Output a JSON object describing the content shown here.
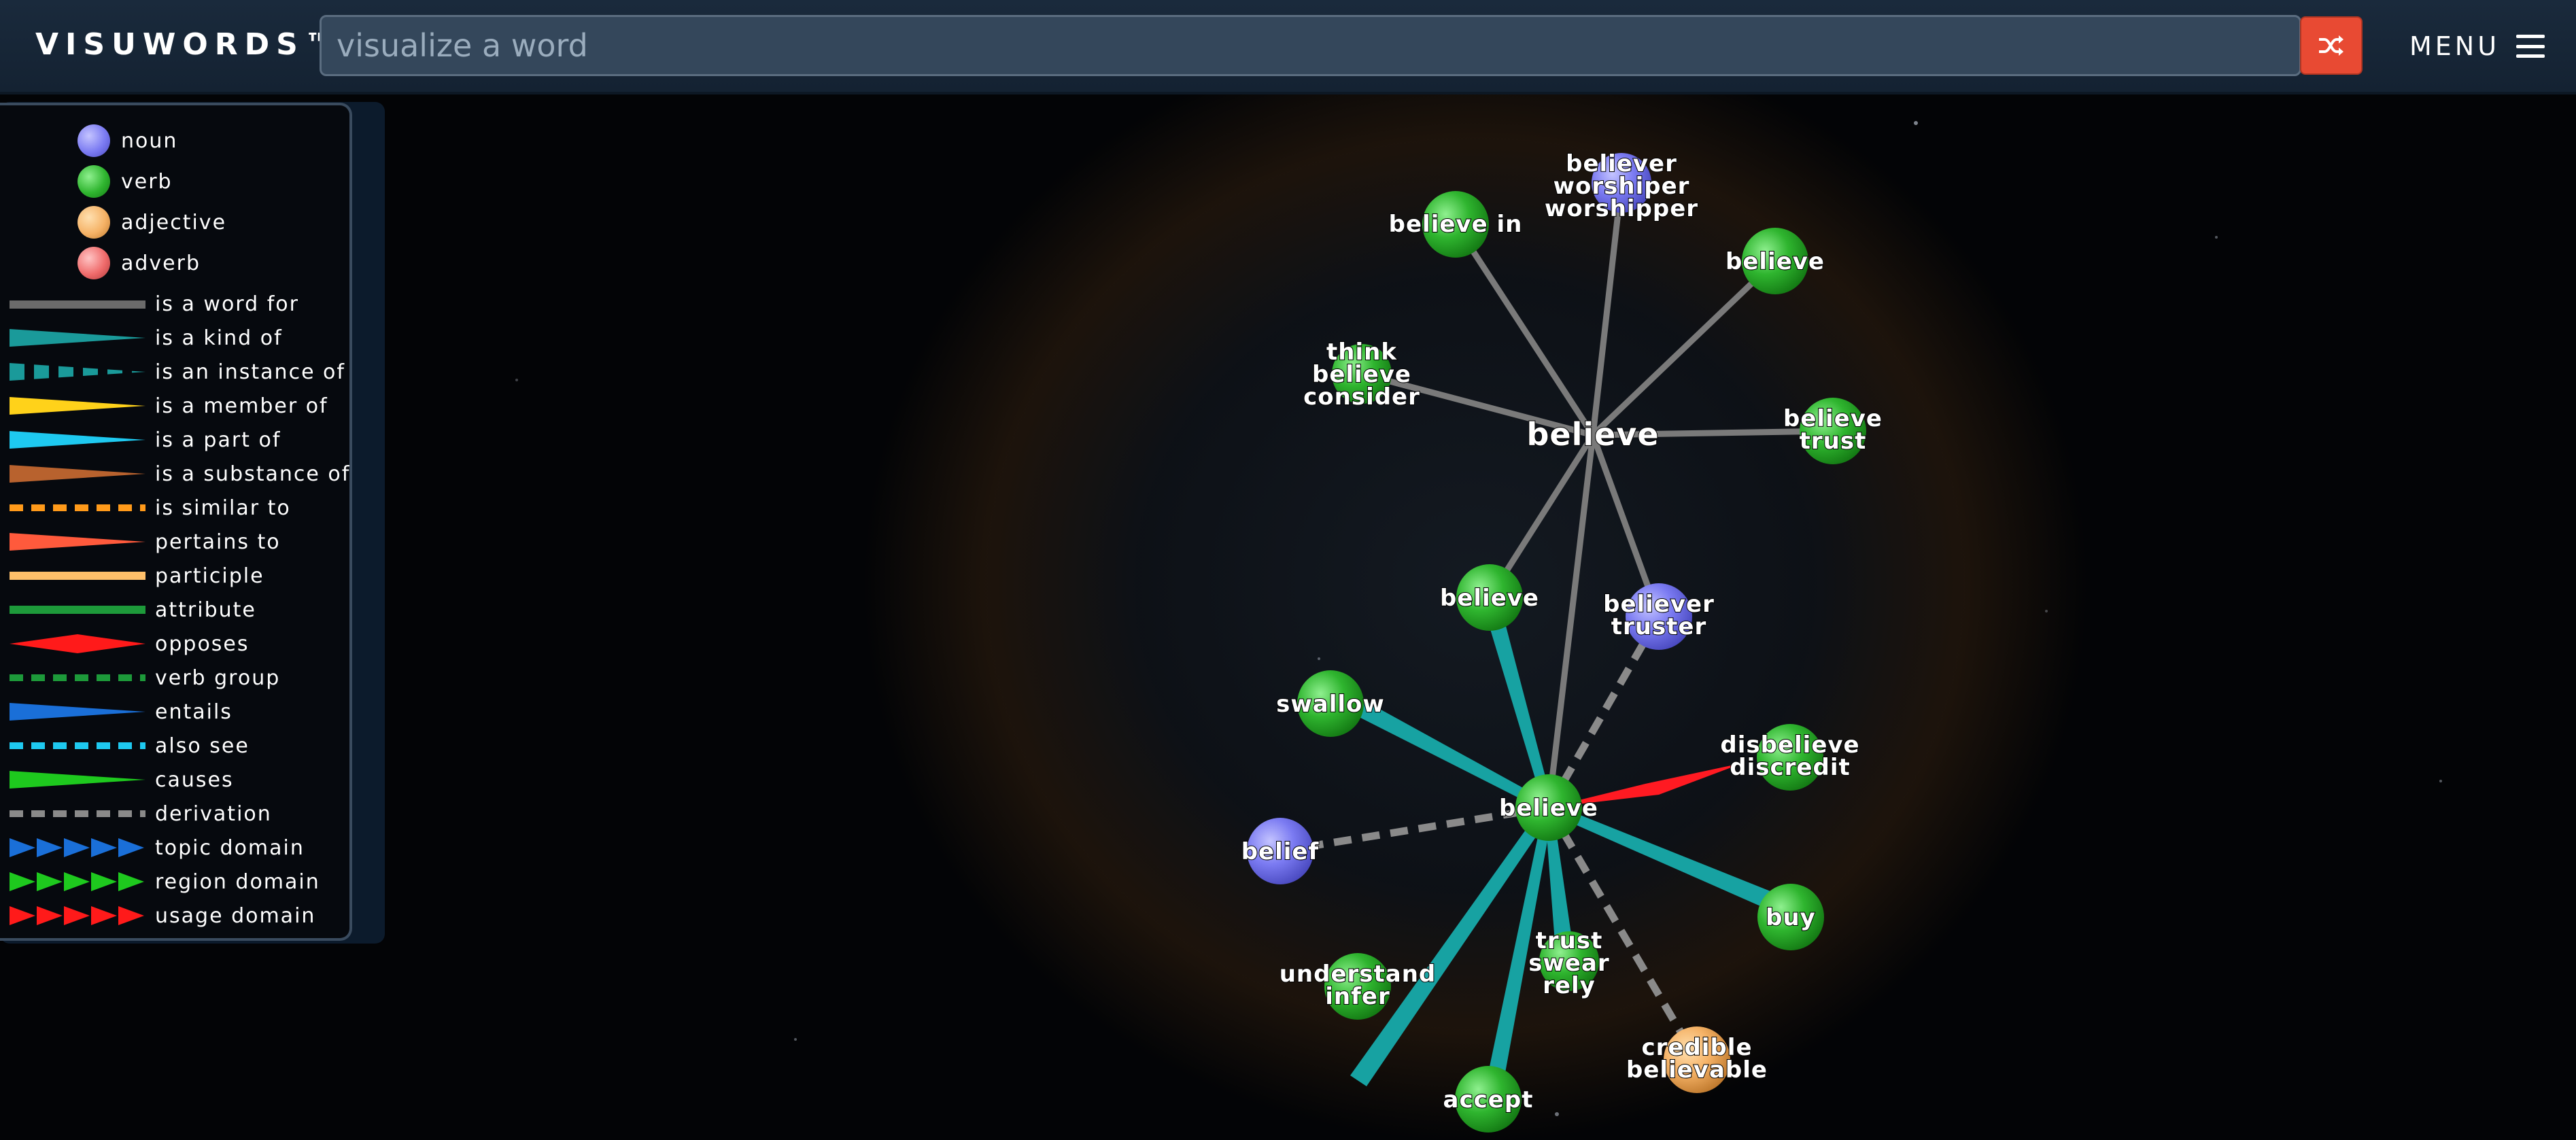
{
  "header": {
    "logo": "VISUWORDS™",
    "search_placeholder": "visualize a word",
    "menu_label": "MENU"
  },
  "legend": {
    "parts_of_speech": [
      {
        "label": "noun",
        "color": "#7b7bf2"
      },
      {
        "label": "verb",
        "color": "#2fb52f"
      },
      {
        "label": "adjective",
        "color": "#f5b266"
      },
      {
        "label": "adverb",
        "color": "#ef6b6b"
      }
    ],
    "relations": [
      {
        "label": "is a word for",
        "color": "#6b6b6b",
        "style": "solid"
      },
      {
        "label": "is a kind of",
        "color": "#1a9a9a",
        "style": "taper"
      },
      {
        "label": "is an instance of",
        "color": "#1a9a9a",
        "style": "taper-dashed"
      },
      {
        "label": "is a member of",
        "color": "#ffd21a",
        "style": "taper"
      },
      {
        "label": "is a part of",
        "color": "#1ec9f0",
        "style": "taper"
      },
      {
        "label": "is a substance of",
        "color": "#b8622e",
        "style": "taper"
      },
      {
        "label": "is similar to",
        "color": "#ff9a1a",
        "style": "dashed"
      },
      {
        "label": "pertains to",
        "color": "#ff5a3c",
        "style": "taper"
      },
      {
        "label": "participle",
        "color": "#ffc06a",
        "style": "solid"
      },
      {
        "label": "attribute",
        "color": "#1d9a3a",
        "style": "solid"
      },
      {
        "label": "opposes",
        "color": "#ff1a1a",
        "style": "diamond"
      },
      {
        "label": "verb group",
        "color": "#1d9a3a",
        "style": "dashed"
      },
      {
        "label": "entails",
        "color": "#1a6fd8",
        "style": "taper"
      },
      {
        "label": "also see",
        "color": "#1ec9f0",
        "style": "dashed"
      },
      {
        "label": "causes",
        "color": "#1ec91e",
        "style": "taper"
      },
      {
        "label": "derivation",
        "color": "#8a8a8a",
        "style": "dashed"
      },
      {
        "label": "topic domain",
        "color": "#1a6fd8",
        "style": "arrows"
      },
      {
        "label": "region domain",
        "color": "#1ec91e",
        "style": "arrows"
      },
      {
        "label": "usage domain",
        "color": "#ff1a1a",
        "style": "arrows"
      }
    ]
  },
  "graph": {
    "center_label": "believe",
    "nodes": [
      {
        "id": "believe-in",
        "lines": [
          "believe in"
        ],
        "pos": "verb"
      },
      {
        "id": "believer-worshiper",
        "lines": [
          "believer",
          "worshiper",
          "worshipper"
        ],
        "pos": "noun"
      },
      {
        "id": "believe-top",
        "lines": [
          "believe"
        ],
        "pos": "verb"
      },
      {
        "id": "think-believe",
        "lines": [
          "think",
          "believe",
          "consider"
        ],
        "pos": "verb"
      },
      {
        "id": "believe-trust",
        "lines": [
          "believe",
          "trust"
        ],
        "pos": "verb"
      },
      {
        "id": "believe-mid",
        "lines": [
          "believe"
        ],
        "pos": "verb"
      },
      {
        "id": "believer-truster",
        "lines": [
          "believer",
          "truster"
        ],
        "pos": "noun"
      },
      {
        "id": "swallow",
        "lines": [
          "swallow"
        ],
        "pos": "verb"
      },
      {
        "id": "believe-hub",
        "lines": [
          "believe"
        ],
        "pos": "verb"
      },
      {
        "id": "disbelieve",
        "lines": [
          "disbelieve",
          "discredit"
        ],
        "pos": "verb"
      },
      {
        "id": "belief",
        "lines": [
          "belief"
        ],
        "pos": "noun"
      },
      {
        "id": "buy",
        "lines": [
          "buy"
        ],
        "pos": "verb"
      },
      {
        "id": "understand",
        "lines": [
          "understand",
          "infer"
        ],
        "pos": "verb"
      },
      {
        "id": "trust-swear",
        "lines": [
          "trust",
          "swear",
          "rely"
        ],
        "pos": "verb"
      },
      {
        "id": "credible",
        "lines": [
          "credible",
          "believable"
        ],
        "pos": "adjective"
      },
      {
        "id": "accept",
        "lines": [
          "accept"
        ],
        "pos": "verb"
      }
    ]
  }
}
